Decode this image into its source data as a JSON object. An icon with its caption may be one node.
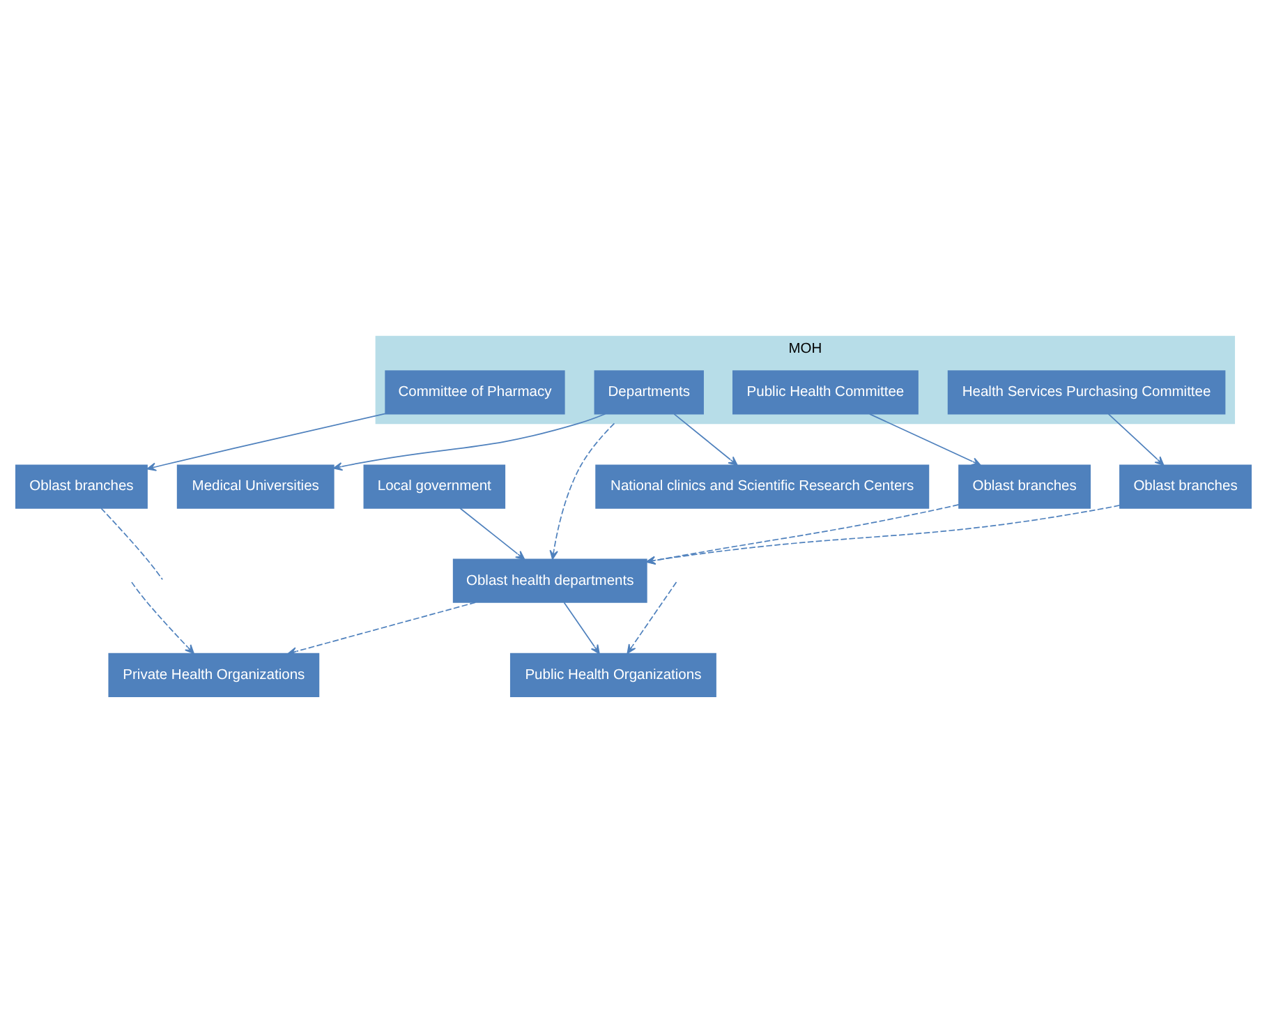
{
  "diagram": {
    "nodes": [
      {
        "text": [
          "MOH"
        ]
      },
      {
        "text": [
          "Departments"
        ],
        "in": 0
      },
      {
        "text": [
          "Public Health Committee"
        ],
        "in": 0
      },
      {
        "text": [
          "Committee of Pharmacy"
        ],
        "in": 0
      },
      {
        "text": [
          "Health Services Purchasing Committee"
        ],
        "in": 0
      },
      {
        "text": [
          "Local government"
        ]
      },
      {
        "text": [
          "National clinics and Scientific Research Centers"
        ]
      },
      {
        "text": [
          "Medical Universities"
        ]
      },
      {
        "text": [
          "Oblast health departments"
        ]
      },
      {
        "text": [
          "Oblast branches"
        ]
      },
      {
        "text": [
          "Oblast branches"
        ]
      },
      {
        "text": [
          "Oblast branches"
        ]
      },
      {
        "text": [
          "Private Health Organizations"
        ]
      },
      {
        "text": [
          "Public Health Organizations"
        ]
      }
    ],
    "edges": [
      {
        "from": 0,
        "to": 8,
        "arrow": "to",
        "style": "dashed"
      },
      {
        "from": 1,
        "to": 6,
        "arrow": "to"
      },
      {
        "from": 1,
        "to": 7,
        "arrow": "to"
      },
      {
        "from": 2,
        "to": 9,
        "arrow": "to"
      },
      {
        "from": 3,
        "to": 10,
        "arrow": "to"
      },
      {
        "from": 4,
        "to": 11,
        "arrow": "to"
      },
      {
        "from": 5,
        "to": 8,
        "arrow": "to"
      },
      {
        "from": 9,
        "to": 8,
        "arrow": "to",
        "style": "dashed"
      },
      {
        "from": 11,
        "to": 8,
        "arrow": "to",
        "style": "dashed"
      },
      {
        "from": 10,
        "to": null,
        "arrow": "none",
        "style": "dashed"
      },
      {
        "from": 8,
        "to": 12,
        "arrow": "to",
        "style": "dashed"
      },
      {
        "from": 8,
        "to": 13,
        "arrow": "to"
      },
      {
        "from": null,
        "to": 12,
        "arrow": "to",
        "style": "dashed"
      },
      {
        "from": null,
        "to": 13,
        "arrow": "to",
        "style": "dashed"
      }
    ]
  }
}
